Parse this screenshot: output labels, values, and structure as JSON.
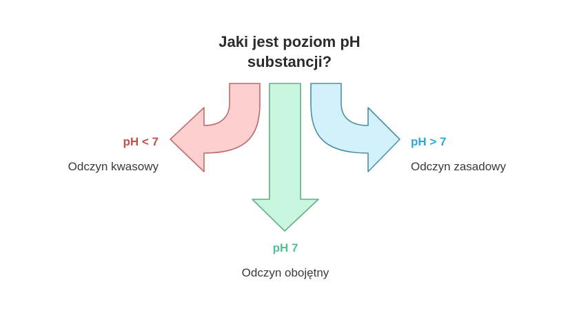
{
  "title": {
    "line1": "Jaki jest poziom pH",
    "line2": "substancji?"
  },
  "branches": [
    {
      "id": "acidic",
      "title": "pH < 7",
      "description": "Odczyn kwasowy",
      "color": "#c0504d",
      "fill": "#fcd0cf",
      "stroke": "#c2696b"
    },
    {
      "id": "neutral",
      "title": "pH 7",
      "description": "Odczyn obojętny",
      "color": "#4ec394",
      "fill": "#c9f6de",
      "stroke": "#5fae88"
    },
    {
      "id": "basic",
      "title": "pH > 7",
      "description": "Odczyn zasadowy",
      "color": "#2aa8dc",
      "fill": "#d3f1fb",
      "stroke": "#4a8fa0"
    }
  ]
}
